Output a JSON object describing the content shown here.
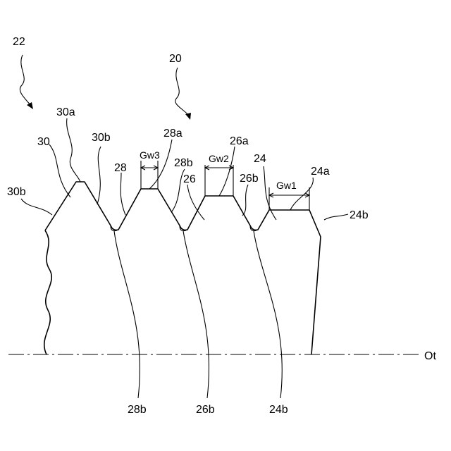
{
  "figure": {
    "labels": {
      "ref_22": "22",
      "ref_20": "20",
      "ref_30a": "30a",
      "ref_30": "30",
      "ref_30b_top": "30b",
      "ref_30b_left": "30b",
      "ref_28a": "28a",
      "ref_28": "28",
      "ref_28b_top": "28b",
      "ref_gw3": "Gw3",
      "ref_26a": "26a",
      "ref_26": "26",
      "ref_26b_top": "26b",
      "ref_gw2": "Gw2",
      "ref_24": "24",
      "ref_24a": "24a",
      "ref_24b_right": "24b",
      "ref_gw1": "Gw1",
      "ref_28b_bottom": "28b",
      "ref_26b_bottom": "26b",
      "ref_24b_bottom": "24b",
      "axis_ot": "Ot"
    }
  }
}
